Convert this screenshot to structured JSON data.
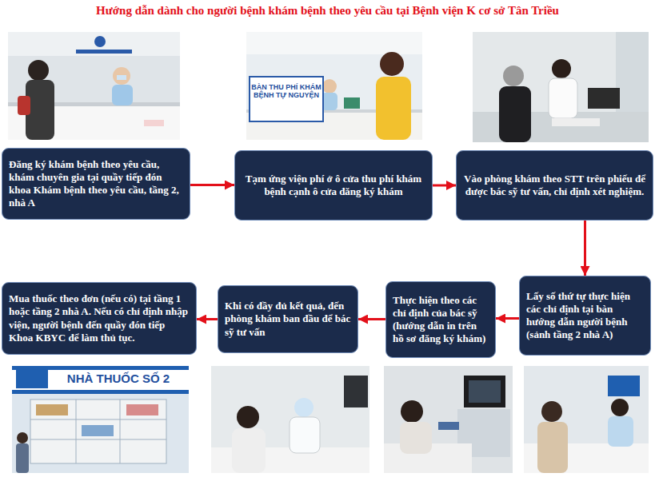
{
  "diagram": {
    "title": "Hướng dẫn dành cho người bệnh khám bệnh theo yêu cầu tại Bệnh viện K cơ sở Tân Triều",
    "nodes": [
      {
        "text": [
          "Đăng ký khám bệnh theo yêu cầu, khám chuyên gia tại quầy tiếp đón khoa Khám bệnh theo yêu cầu, tầng 2, nhà A"
        ]
      },
      {
        "text": [
          "Tạm ứng viện phí ở ô cửa thu phí khám bệnh cạnh ô cửa đăng ký khám"
        ]
      },
      {
        "text": [
          "Vào phòng khám theo STT trên phiếu để được bác sỹ tư vấn, chỉ định xét nghiệm."
        ]
      },
      {
        "text": [
          "Lấy số thứ tự thực hiện các chỉ định tại bàn hướng dẫn người bệnh (sảnh tầng 2 nhà A)"
        ]
      },
      {
        "text": [
          "Thực hiện theo các chỉ định của bác sỹ (hướng dẫn in trên hồ sơ đăng ký khám)"
        ]
      },
      {
        "text": [
          "Khi có đầy đủ kết quả, đến phòng khám ban đầu để bác sỹ tư vấn"
        ]
      },
      {
        "text": [
          "Mua thuốc theo đơn (nếu có) tại tầng 1 hoặc tầng 2 nhà A. Nếu có chỉ định nhập viện, người bệnh đến quầy đón tiếp Khoa KBYC để làm thủ tục."
        ]
      }
    ],
    "edges": [
      {
        "from": 0,
        "to": 1,
        "arrow": "to"
      },
      {
        "from": 1,
        "to": 2,
        "arrow": "to"
      },
      {
        "from": 2,
        "to": 3,
        "arrow": "to"
      },
      {
        "from": 3,
        "to": 4,
        "arrow": "to"
      },
      {
        "from": 4,
        "to": 5,
        "arrow": "to"
      },
      {
        "from": 5,
        "to": 6,
        "arrow": "to"
      }
    ],
    "labels": [
      "BÀN THU PHÍ KHÁM BỆNH TỰ NGUYỆN",
      "NHÀ THUỐC SỐ 2"
    ]
  }
}
